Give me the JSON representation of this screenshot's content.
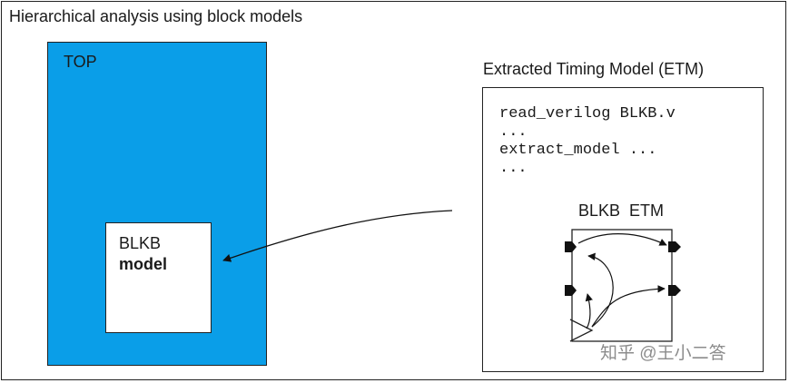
{
  "title": "Hierarchical analysis using block models",
  "top": {
    "label": "TOP",
    "fill_color": "#0a9ee8",
    "block": {
      "name": "BLKB",
      "kind": "model"
    }
  },
  "etm": {
    "title": "Extracted Timing Model (ETM)",
    "code_lines": [
      "read_verilog BLKB.v",
      "...",
      "extract_model ...",
      "..."
    ],
    "block_label": "BLKB  ETM"
  },
  "watermark": "知乎 @王小二答"
}
